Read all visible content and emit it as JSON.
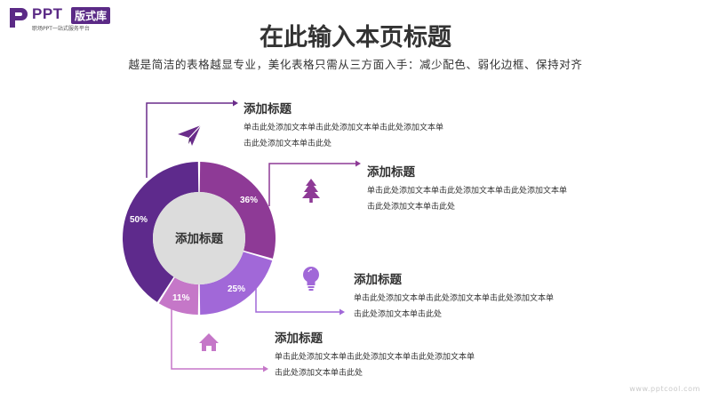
{
  "logo": {
    "mark": "ppt-logo-mark",
    "name": "PPT",
    "badge": "版式库",
    "tagline": "职场PPT一站式服务平台"
  },
  "header": {
    "title": "在此输入本页标题",
    "subtitle": "越是简洁的表格越显专业，美化表格只需从三方面入手：减少配色、弱化边框、保持对齐"
  },
  "chart_data": {
    "type": "pie",
    "center_label": "添加标题",
    "segments": [
      {
        "label": "36%",
        "value": 36,
        "color": "#8e3a96"
      },
      {
        "label": "25%",
        "value": 25,
        "color": "#a168d8"
      },
      {
        "label": "11%",
        "value": 11,
        "color": "#c577c8"
      },
      {
        "label": "50%",
        "value": 50,
        "color": "#5e2a8c"
      }
    ]
  },
  "items": [
    {
      "title": "添加标题",
      "line1": "单击此处添加文本单击此处添加文本单击此处添加文本单",
      "line2": "击此处添加文本单击此处",
      "icon": "paper-plane-icon",
      "color": "#6a2c8a"
    },
    {
      "title": "添加标题",
      "line1": "单击此处添加文本单击此处添加文本单击此处添加文本单",
      "line2": "击此处添加文本单击此处",
      "icon": "tree-icon",
      "color": "#8e3a96"
    },
    {
      "title": "添加标题",
      "line1": "单击此处添加文本单击此处添加文本单击此处添加文本单",
      "line2": "击此处添加文本单击此处",
      "icon": "lightbulb-icon",
      "color": "#a168d8"
    },
    {
      "title": "添加标题",
      "line1": "单击此处添加文本单击此处添加文本单击此处添加文本单",
      "line2": "击此处添加文本单击此处",
      "icon": "home-icon",
      "color": "#c577c8"
    }
  ],
  "footer": "www.pptcool.com"
}
